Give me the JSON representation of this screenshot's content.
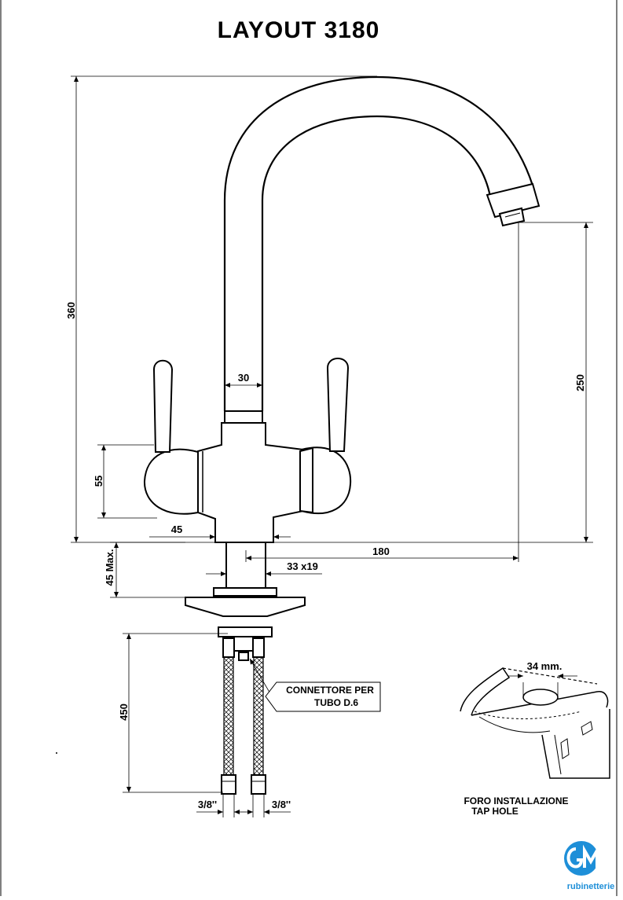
{
  "title": "LAYOUT  3180",
  "dimensions": {
    "overall_height": "360",
    "spout_height": "250",
    "column_width": "30",
    "handle_height": "55",
    "base_offset": "45",
    "reach": "180",
    "thread": "33 x19",
    "deck_thickness": "45 Max.",
    "hose_length": "450",
    "hose_left": "3/8''",
    "hose_right": "3/8''",
    "tap_hole": "34 mm."
  },
  "notes": {
    "connector_line1": "CONNETTORE PER",
    "connector_line2": "TUBO D.6",
    "hole_line1": "FORO INSTALLAZIONE",
    "hole_line2": "TAP HOLE"
  },
  "brand": {
    "name": "rubinetterie",
    "color": "#1e8fd8"
  }
}
